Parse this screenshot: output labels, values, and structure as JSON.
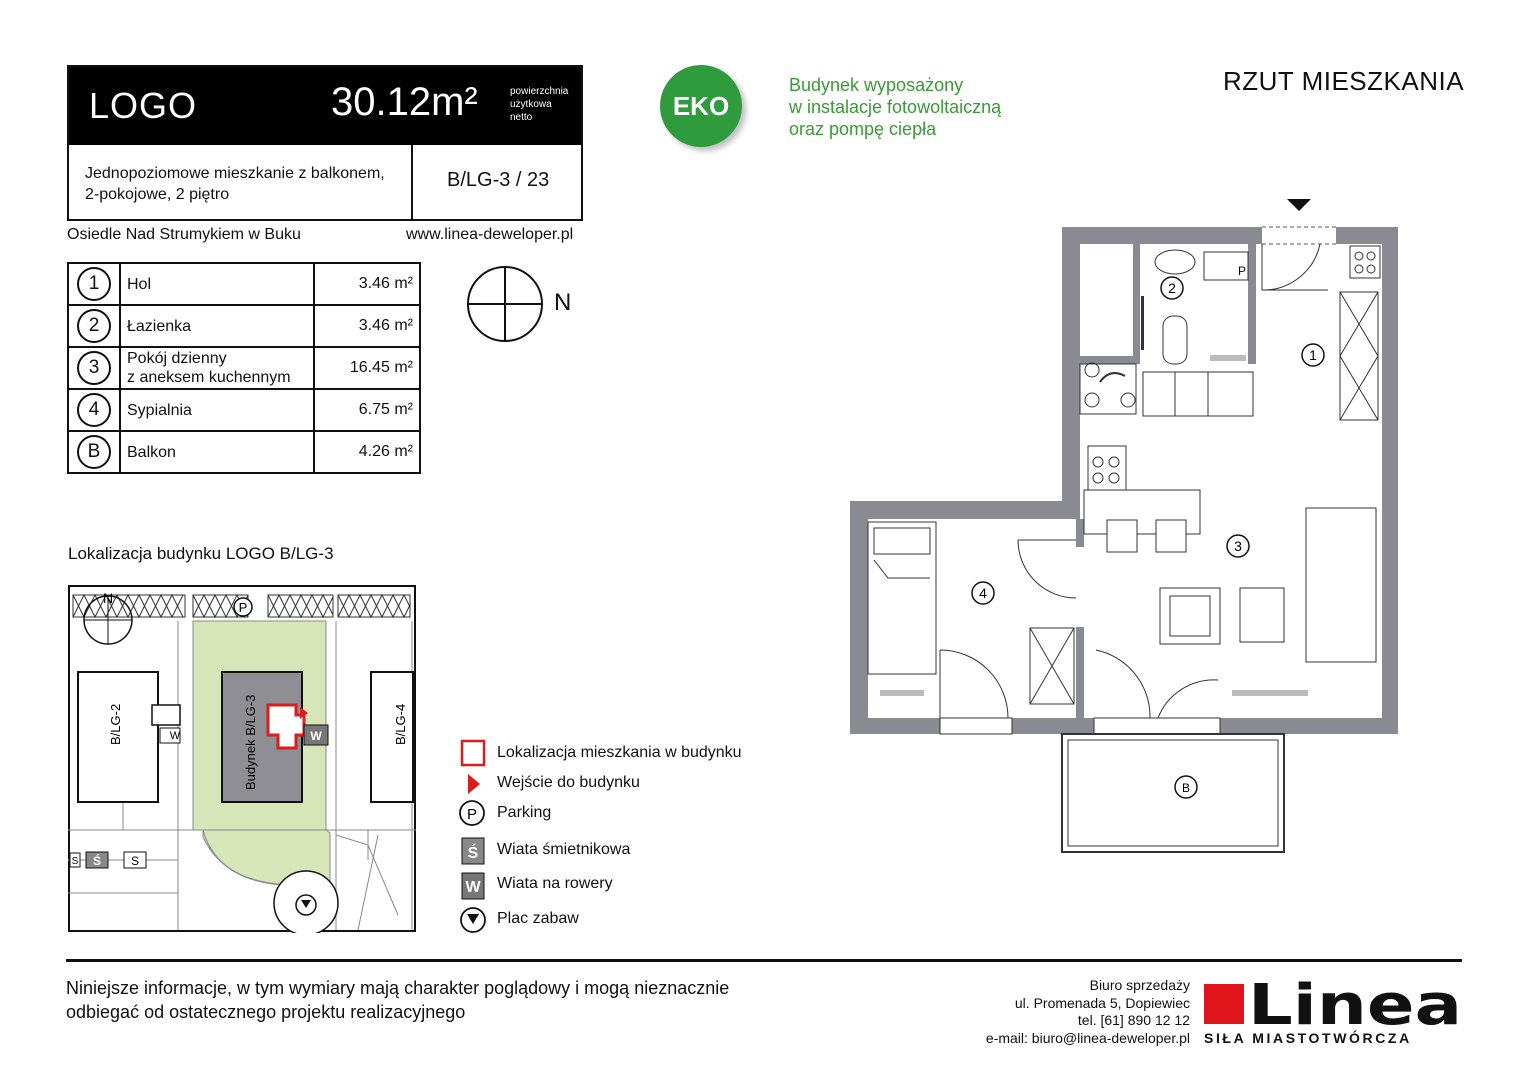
{
  "header": {
    "logo": "LOGO",
    "area": "30.12m²",
    "area_desc": [
      "powierzchnia",
      "użytkowa",
      "netto"
    ],
    "description": [
      "Jednopoziomowe mieszkanie z balkonem,",
      "2-pokojowe, 2 piętro"
    ],
    "code": "B/LG-3 / 23",
    "estate": "Osiedle Nad Strumykiem w Buku",
    "website": "www.linea-deweloper.pl"
  },
  "rooms": [
    {
      "num": "1",
      "name": "Hol",
      "name2": "",
      "area": "3.46 m²"
    },
    {
      "num": "2",
      "name": "Łazienka",
      "name2": "",
      "area": "3.46 m²"
    },
    {
      "num": "3",
      "name": "Pokój dzienny",
      "name2": "z aneksem kuchennym",
      "area": "16.45 m²"
    },
    {
      "num": "4",
      "name": "Sypialnia",
      "name2": "",
      "area": "6.75 m²"
    },
    {
      "num": "B",
      "name": "Balkon",
      "name2": "",
      "area": "4.26 m²"
    }
  ],
  "compass_label": "N",
  "eko": {
    "badge": "EKO",
    "lines": [
      "Budynek wyposażony",
      "w instalacje fotowoltaiczną",
      "oraz pompę ciepła"
    ]
  },
  "plan_title": "RZUT MIESZKANIA",
  "location": {
    "title": "Lokalizacja budynku LOGO B/LG-3",
    "labels": {
      "b2": "B/LG-2",
      "b3": "Budynek B/LG-3",
      "b4": "B/LG-4",
      "north": "N",
      "parking": "P",
      "w": "W",
      "s": "Ś",
      "s_small": "S"
    }
  },
  "legend": [
    {
      "icon": "apartment-location-icon",
      "label": "Lokalizacja mieszkania w budynku"
    },
    {
      "icon": "building-entrance-icon",
      "label": "Wejście do budynku"
    },
    {
      "icon": "parking-icon",
      "label": "Parking"
    },
    {
      "icon": "waste-shelter-icon",
      "label": "Wiata śmietnikowa"
    },
    {
      "icon": "bike-shelter-icon",
      "label": "Wiata na rowery"
    },
    {
      "icon": "playground-icon",
      "label": "Plac zabaw"
    }
  ],
  "legend_glyphs": {
    "parking": "P",
    "waste": "Ś",
    "bike": "W"
  },
  "plan_labels": {
    "r1": "1",
    "r2": "2",
    "r3": "3",
    "r4": "4",
    "rb": "B",
    "p": "P"
  },
  "footer": {
    "disclaimer": [
      "Niniejsze informacje, w tym wymiary mają charakter poglądowy i mogą nieznacznie",
      "odbiegać od ostatecznego projektu realizacyjnego"
    ],
    "office": [
      "Biuro sprzedaży",
      "ul. Promenada 5, Dopiewiec",
      "tel. [61] 890 12 12",
      "e-mail: biuro@linea-deweloper.pl"
    ],
    "brand": "Linea",
    "tagline": "SIŁA MIASTOTWÓRCZA"
  },
  "colors": {
    "eko_green": "#2e9b3d",
    "eko_text": "#3a9a36",
    "wall": "#8a8a92",
    "brand_red": "#e0141b",
    "lawn": "#d6e6b8",
    "marker_red": "#d91e1e"
  }
}
